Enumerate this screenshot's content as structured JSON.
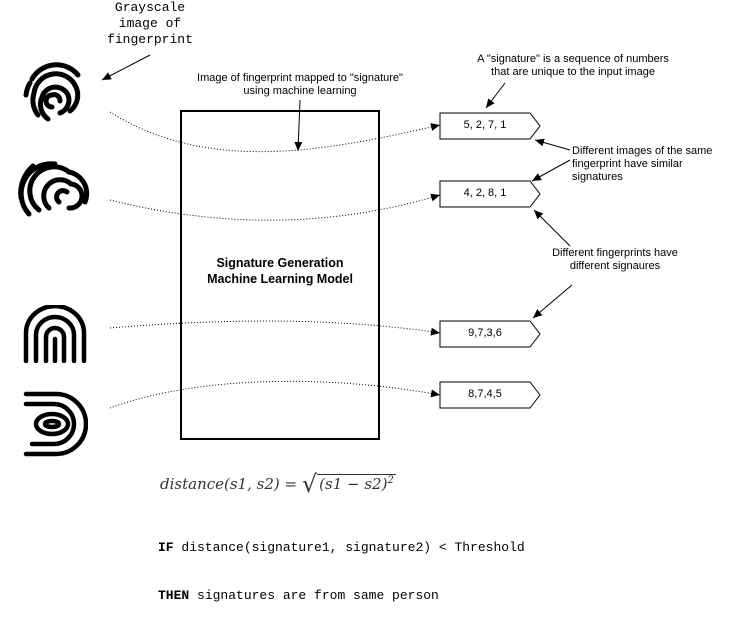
{
  "labels": {
    "grayscale_note": [
      "Grayscale",
      "image of",
      "fingerprint"
    ],
    "mapping_note": [
      "Image of fingerprint mapped to \"signature\"",
      "using machine learning"
    ],
    "signature_note": [
      "A \"signature\" is a sequence of numbers",
      "that are unique to the input image"
    ],
    "similar_note": [
      "Different images of the same",
      "fingerprint have similar",
      "signatures"
    ],
    "different_note": [
      "Different fingerprints have",
      "different signaures"
    ]
  },
  "model": {
    "title_line1": "Signature Generation",
    "title_line2": "Machine Learning Model"
  },
  "signatures": [
    "5, 2, 7, 1",
    "4, 2, 8, 1",
    "9,7,3,6",
    "8,7,4,5"
  ],
  "formula": {
    "lhs": "distance(s1, s2) = ",
    "radicand": "(s1 − s2)",
    "exponent": "2"
  },
  "rule": {
    "if_keyword": "IF",
    "if_text": " distance(signature1, signature2) < Threshold",
    "then_keyword": "THEN",
    "then_text": " signatures are from same person"
  },
  "icons": [
    "fingerprint-icon",
    "fingerprint-icon",
    "fingerprint-icon",
    "fingerprint-icon",
    "arrow-icon"
  ],
  "colors": {
    "stroke": "#000000",
    "formula": "#333333"
  }
}
